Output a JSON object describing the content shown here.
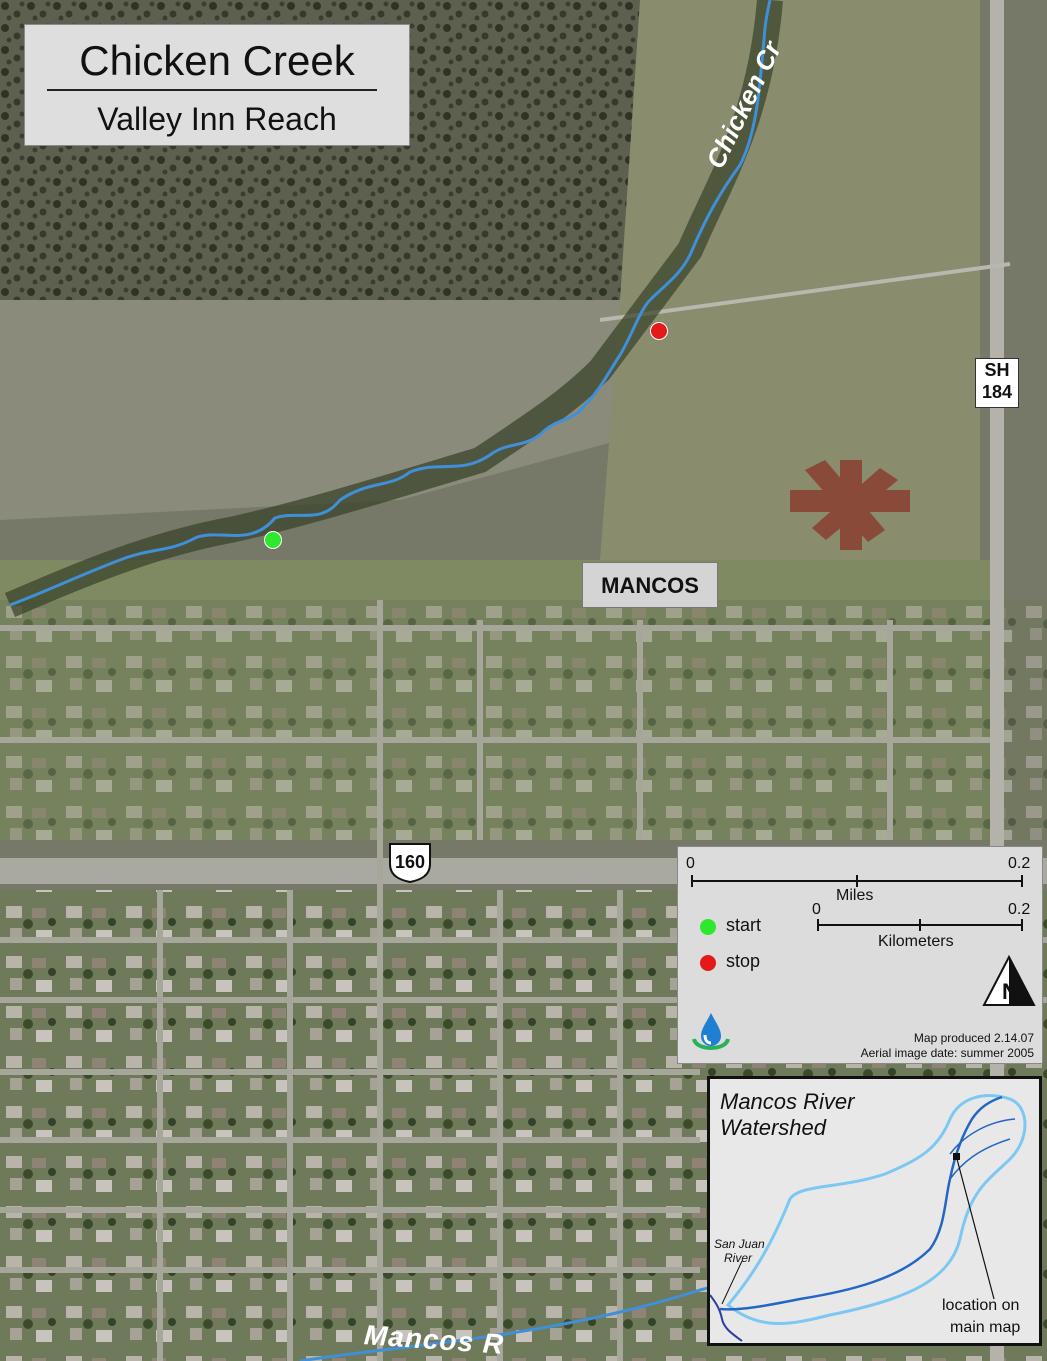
{
  "title": {
    "main": "Chicken Creek",
    "sub": "Valley Inn Reach"
  },
  "labels": {
    "stream": "Chicken Cr",
    "river": "Mancos R",
    "town": "MANCOS",
    "highway_sh": [
      "SH",
      "184"
    ],
    "highway_us": "160"
  },
  "legend": {
    "start_label": "start",
    "stop_label": "stop",
    "start_color": "#2ee82e",
    "stop_color": "#e41a1a",
    "scale_miles": {
      "min": "0",
      "max": "0.2",
      "unit": "Miles"
    },
    "scale_km": {
      "min": "0",
      "max": "0.2",
      "unit": "Kilometers"
    },
    "north_letter": "N",
    "logo_icon": "water-drop-logo-icon",
    "produced": "Map produced 2.14.07",
    "aerial_date": "Aerial image date: summer 2005"
  },
  "inset": {
    "title_line1": "Mancos River",
    "title_line2": "Watershed",
    "river_label_line1": "San Juan",
    "river_label_line2": "River",
    "location_line1": "location on",
    "location_line2": "main map"
  },
  "colors": {
    "stream": "#3f8fd9",
    "watershed_boundary": "#7cc8f2",
    "watershed_river": "#2366c4"
  }
}
